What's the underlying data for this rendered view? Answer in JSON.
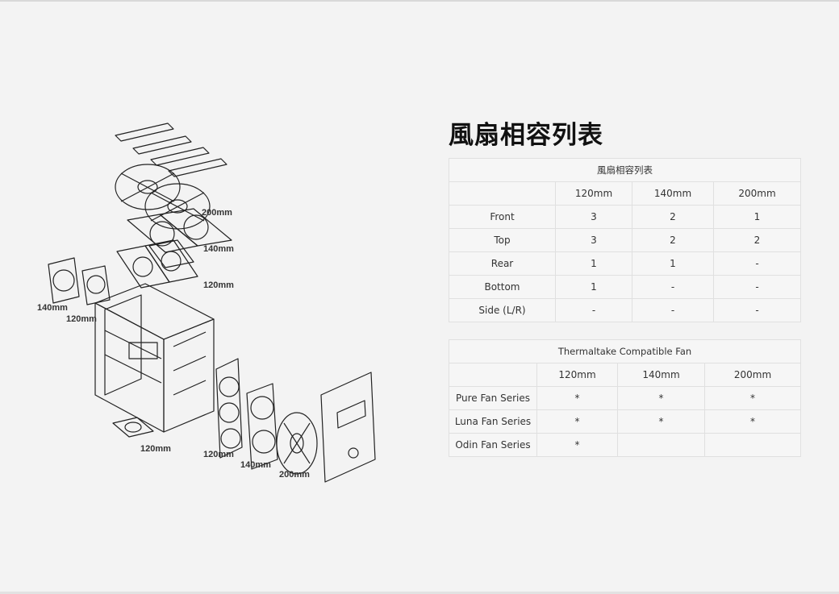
{
  "diagram": {
    "labels": {
      "top_200": "200mm",
      "top_140": "140mm",
      "top_120": "120mm",
      "rear_140": "140mm",
      "rear_120": "120mm",
      "bottom_120": "120mm",
      "front_120": "120mm",
      "front_140": "140mm",
      "front_200": "200mm"
    }
  },
  "heading": "風扇相容列表",
  "compat_table": {
    "caption": "風扇相容列表",
    "columns": [
      "",
      "120mm",
      "140mm",
      "200mm"
    ],
    "rows": [
      [
        "Front",
        "3",
        "2",
        "1"
      ],
      [
        "Top",
        "3",
        "2",
        "2"
      ],
      [
        "Rear",
        "1",
        "1",
        "-"
      ],
      [
        "Bottom",
        "1",
        "-",
        "-"
      ],
      [
        "Side (L/R)",
        "-",
        "-",
        "-"
      ]
    ]
  },
  "tt_table": {
    "caption": "Thermaltake Compatible Fan",
    "columns": [
      "",
      "120mm",
      "140mm",
      "200mm"
    ],
    "rows": [
      [
        "Pure Fan Series",
        "*",
        "*",
        "*"
      ],
      [
        "Luna Fan Series",
        "*",
        "*",
        "*"
      ],
      [
        "Odin Fan Series",
        "*",
        "",
        ""
      ]
    ]
  }
}
